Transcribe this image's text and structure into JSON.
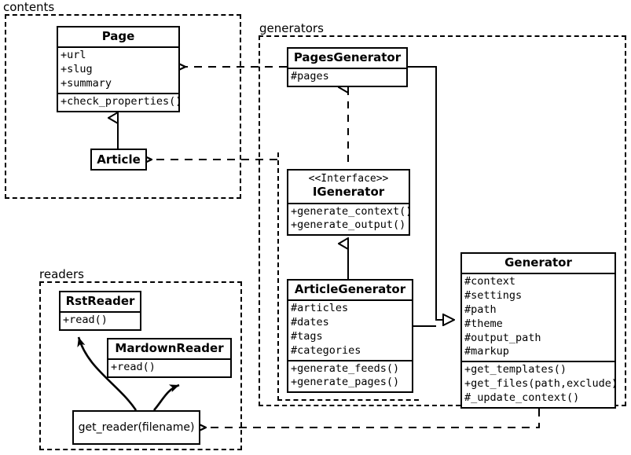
{
  "diagram": {
    "title": "UML class diagram",
    "stroke_color": "#000000",
    "background_color": "#ffffff"
  },
  "packages": [
    {
      "id": "contents",
      "label": "contents"
    },
    {
      "id": "generators",
      "label": "generators"
    },
    {
      "id": "readers",
      "label": "readers"
    }
  ],
  "classes": {
    "page": {
      "name": "Page",
      "attributes": [
        "+url",
        "+slug",
        "+summary"
      ],
      "methods": [
        "+check_properties()"
      ]
    },
    "article": {
      "name": "Article",
      "attributes": [],
      "methods": []
    },
    "pages_generator": {
      "name": "PagesGenerator",
      "attributes": [
        "#pages"
      ],
      "methods": []
    },
    "igenerator": {
      "stereotype": "<<Interface>>",
      "name": "IGenerator",
      "attributes": [],
      "methods": [
        "+generate_context()",
        "+generate_output()"
      ]
    },
    "article_generator": {
      "name": "ArticleGenerator",
      "attributes": [
        "#articles",
        "#dates",
        "#tags",
        "#categories"
      ],
      "methods": [
        "+generate_feeds()",
        "+generate_pages()"
      ]
    },
    "generator": {
      "name": "Generator",
      "attributes": [
        "#context",
        "#settings",
        "#path",
        "#theme",
        "#output_path",
        "#markup"
      ],
      "methods": [
        "+get_templates()",
        "+get_files(path,exclude)",
        "#_update_context()"
      ]
    },
    "rst_reader": {
      "name": "RstReader",
      "attributes": [],
      "methods": [
        "+read()"
      ]
    },
    "mardown_reader": {
      "name": "MardownReader",
      "attributes": [],
      "methods": [
        "+read()"
      ]
    },
    "get_reader": {
      "name": "get_reader(filename)"
    }
  },
  "relations": [
    {
      "id": "article-inherits-page",
      "type": "generalization",
      "from": "Article",
      "to": "Page"
    },
    {
      "id": "pagesgenerator-realizes-igenerator",
      "type": "realization",
      "from": "PagesGenerator",
      "to": "IGenerator"
    },
    {
      "id": "articlegenerator-realizes-igenerator",
      "type": "generalization",
      "from": "ArticleGenerator",
      "to": "IGenerator"
    },
    {
      "id": "pagesgenerator-inherits-generator",
      "type": "generalization",
      "from": "PagesGenerator",
      "to": "Generator"
    },
    {
      "id": "articlegenerator-inherits-generator",
      "type": "generalization",
      "from": "ArticleGenerator",
      "to": "Generator"
    },
    {
      "id": "pagesgenerator-depends-page",
      "type": "dependency",
      "from": "PagesGenerator",
      "to": "Page"
    },
    {
      "id": "articlegenerator-depends-article",
      "type": "dependency",
      "from": "ArticleGenerator",
      "to": "Article"
    },
    {
      "id": "generator-depends-get-reader",
      "type": "dependency",
      "from": "Generator",
      "to": "get_reader(filename)"
    },
    {
      "id": "get-reader-returns-rstreader",
      "type": "association",
      "from": "get_reader(filename)",
      "to": "RstReader"
    },
    {
      "id": "get-reader-returns-mardownreader",
      "type": "association",
      "from": "get_reader(filename)",
      "to": "MardownReader"
    }
  ]
}
